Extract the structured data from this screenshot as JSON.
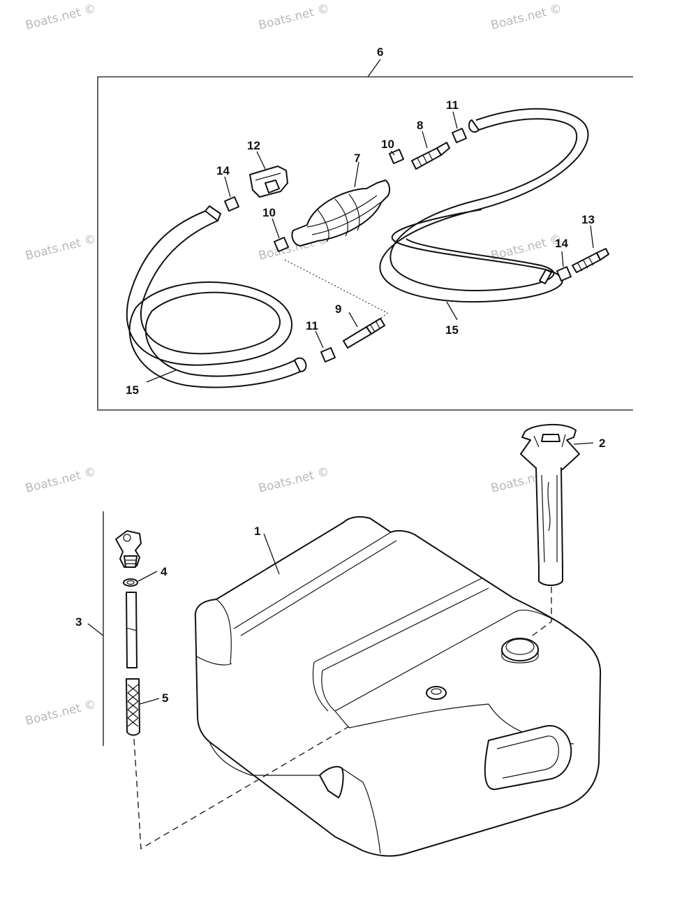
{
  "watermark": "Boats.net ©",
  "callouts": {
    "c1": "1",
    "c2": "2",
    "c3": "3",
    "c4": "4",
    "c5": "5",
    "c6": "6",
    "c7": "7",
    "c8": "8",
    "c9": "9",
    "c10a": "10",
    "c10b": "10",
    "c11a": "11",
    "c11b": "11",
    "c12": "12",
    "c13": "13",
    "c14a": "14",
    "c14b": "14",
    "c15a": "15",
    "c15b": "15"
  },
  "colors": {
    "line": "#111111",
    "watermark": "#b9b9b9",
    "background": "#ffffff"
  }
}
